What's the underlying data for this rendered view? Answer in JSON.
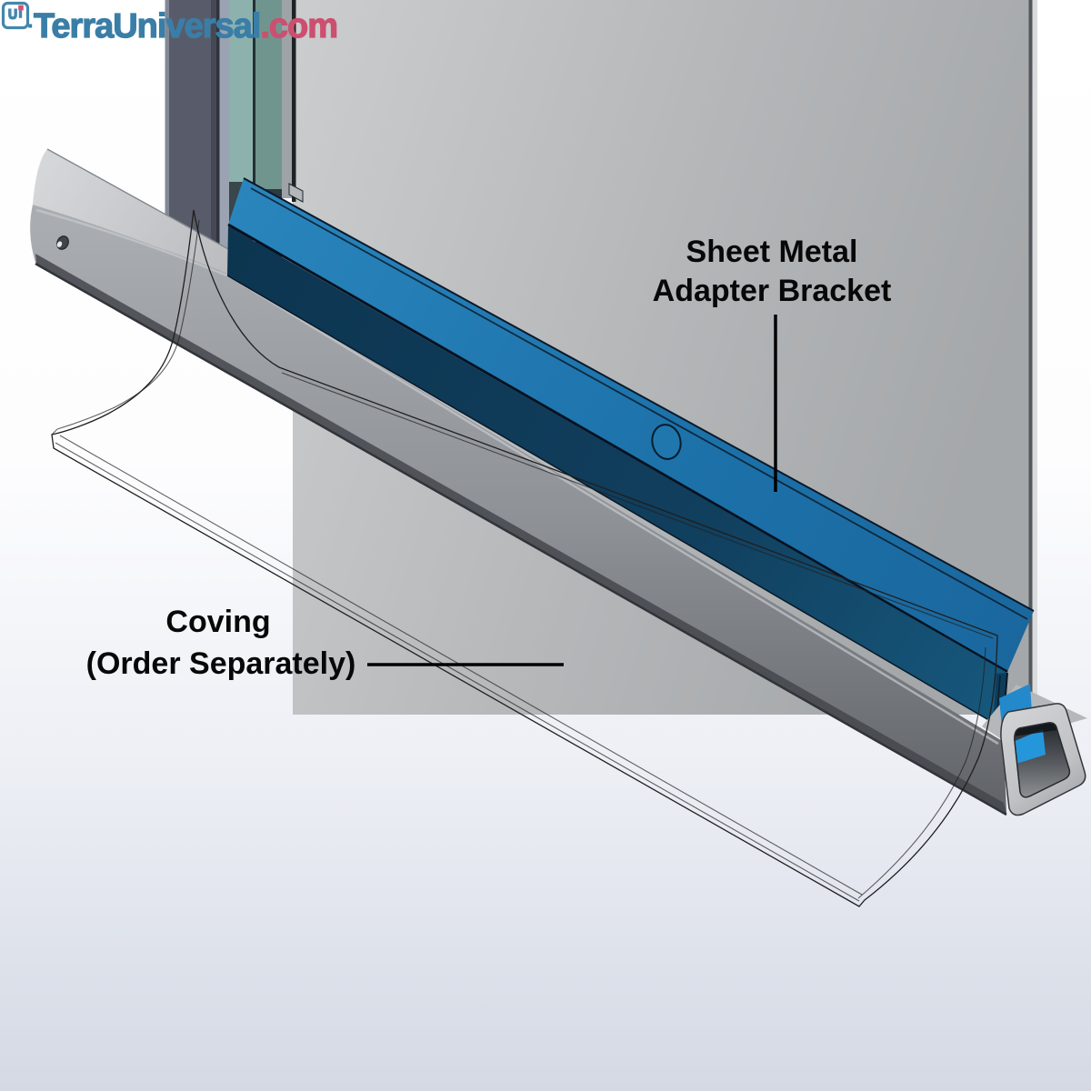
{
  "logo": {
    "icon": "terra-universal-monogram-icon",
    "text_primary": "TerraUniversal",
    "text_suffix": ".com"
  },
  "annotations": {
    "bracket_label_line1": "Sheet Metal",
    "bracket_label_line2": "Adapter Bracket",
    "coving_label_line1": "Coving",
    "coving_label_line2": "(Order Separately)"
  },
  "scene": {
    "description_parts": [
      "wall-panel",
      "glass-panel-edge",
      "vertical-post",
      "sheet-metal-adapter-bracket",
      "bracket-hole",
      "floor-rail-square-tube",
      "rail-end-cap-screw-hole",
      "tube-open-end-cross-section",
      "translucent-coving-sheet"
    ]
  },
  "colors": {
    "logo_blue": "#3a7ea7",
    "logo_pink": "#cc4f70",
    "bracket_blue_top": "#1d72aa",
    "bracket_navy_front": "#0e3a56",
    "bracket_end_blue": "#2696da",
    "glass_teal_light": "#8db2ae",
    "glass_teal_dark": "#70958f",
    "post_slate": "#585c6a",
    "wall_gray": "#aaacae",
    "rail_gray": "#8d9196",
    "coving_tint": "#dfe3ec",
    "label_black": "#080808",
    "background_bottom": "#d4d9e4"
  }
}
